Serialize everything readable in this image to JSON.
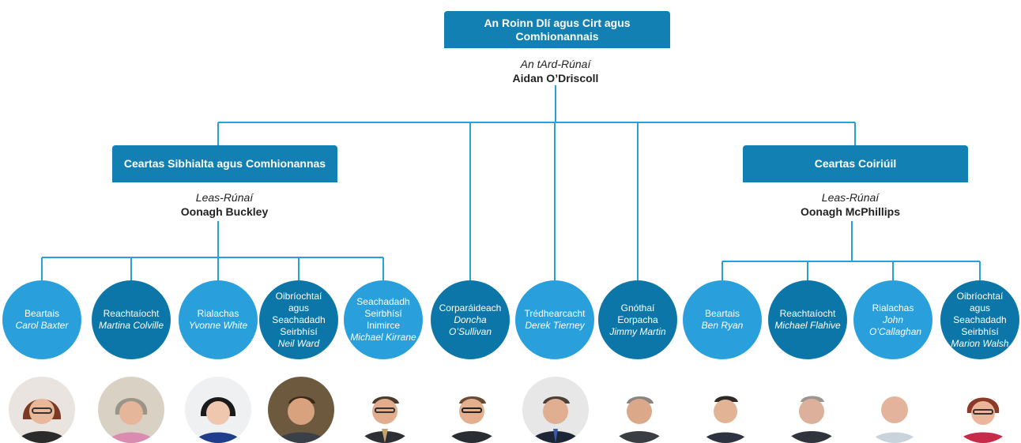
{
  "top": {
    "title": "An Roinn Dlí agus Cirt agus Comhionannais",
    "role_title": "An tArd-Rúnaí",
    "role_name": "Aidan O’Driscoll"
  },
  "left_division": {
    "title": "Ceartas Sibhialta agus Comhionannas",
    "role_title": "Leas-Rúnaí",
    "role_name": "Oonagh Buckley"
  },
  "right_division": {
    "title": "Ceartas Coiriúil",
    "role_title": "Leas-Rúnaí",
    "role_name": "Oonagh McPhillips"
  },
  "units": [
    {
      "function": "Beartais",
      "person": "Carol Baxter"
    },
    {
      "function": "Reachtaíocht",
      "person": "Martina Colville"
    },
    {
      "function": "Rialachas",
      "person": "Yvonne White"
    },
    {
      "function": "Oibríochtaí agus Seachadadh Seirbhísí",
      "person": "Neil Ward"
    },
    {
      "function": "Seachadadh Seirbhísí Inimirce",
      "person": "Michael Kirrane"
    },
    {
      "function": "Corparáideach",
      "person": "Doncha O’Sullivan"
    },
    {
      "function": "Trédhearcacht",
      "person": "Derek Tierney"
    },
    {
      "function": "Gnóthaí Eorpacha",
      "person": "Jimmy Martin"
    },
    {
      "function": "Beartais",
      "person": "Ben Ryan"
    },
    {
      "function": "Reachtaíocht",
      "person": "Michael Flahive"
    },
    {
      "function": "Rialachas",
      "person": "John O’Callaghan"
    },
    {
      "function": "Oibríochtaí agus Seachadadh Seirbhísí",
      "person": "Marion Walsh"
    }
  ],
  "colors": {
    "box": "#1380b4",
    "circle_light": "#29a0db",
    "circle_dark": "#0b76a7",
    "line": "#29a0db"
  }
}
